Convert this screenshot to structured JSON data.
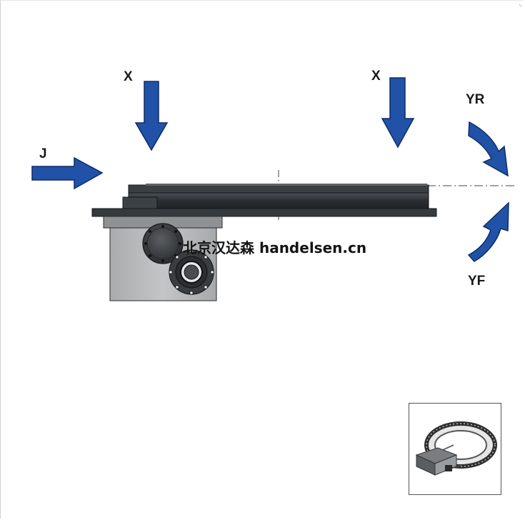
{
  "labels": {
    "x_left": "X",
    "x_right": "X",
    "j": "J",
    "yr": "YR",
    "yf": "YF"
  },
  "watermark": "北京汉达森 handelsen.cn",
  "colors": {
    "arrow": "#2152a8",
    "arrow_edge": "#0f2c66",
    "plate_dark": "#2c3034",
    "housing": "#b9bbbd",
    "motor": "#3a3d40"
  },
  "icons": {
    "corner": "resize-corner-icon",
    "inset": "slewing-ring-product-icon"
  }
}
